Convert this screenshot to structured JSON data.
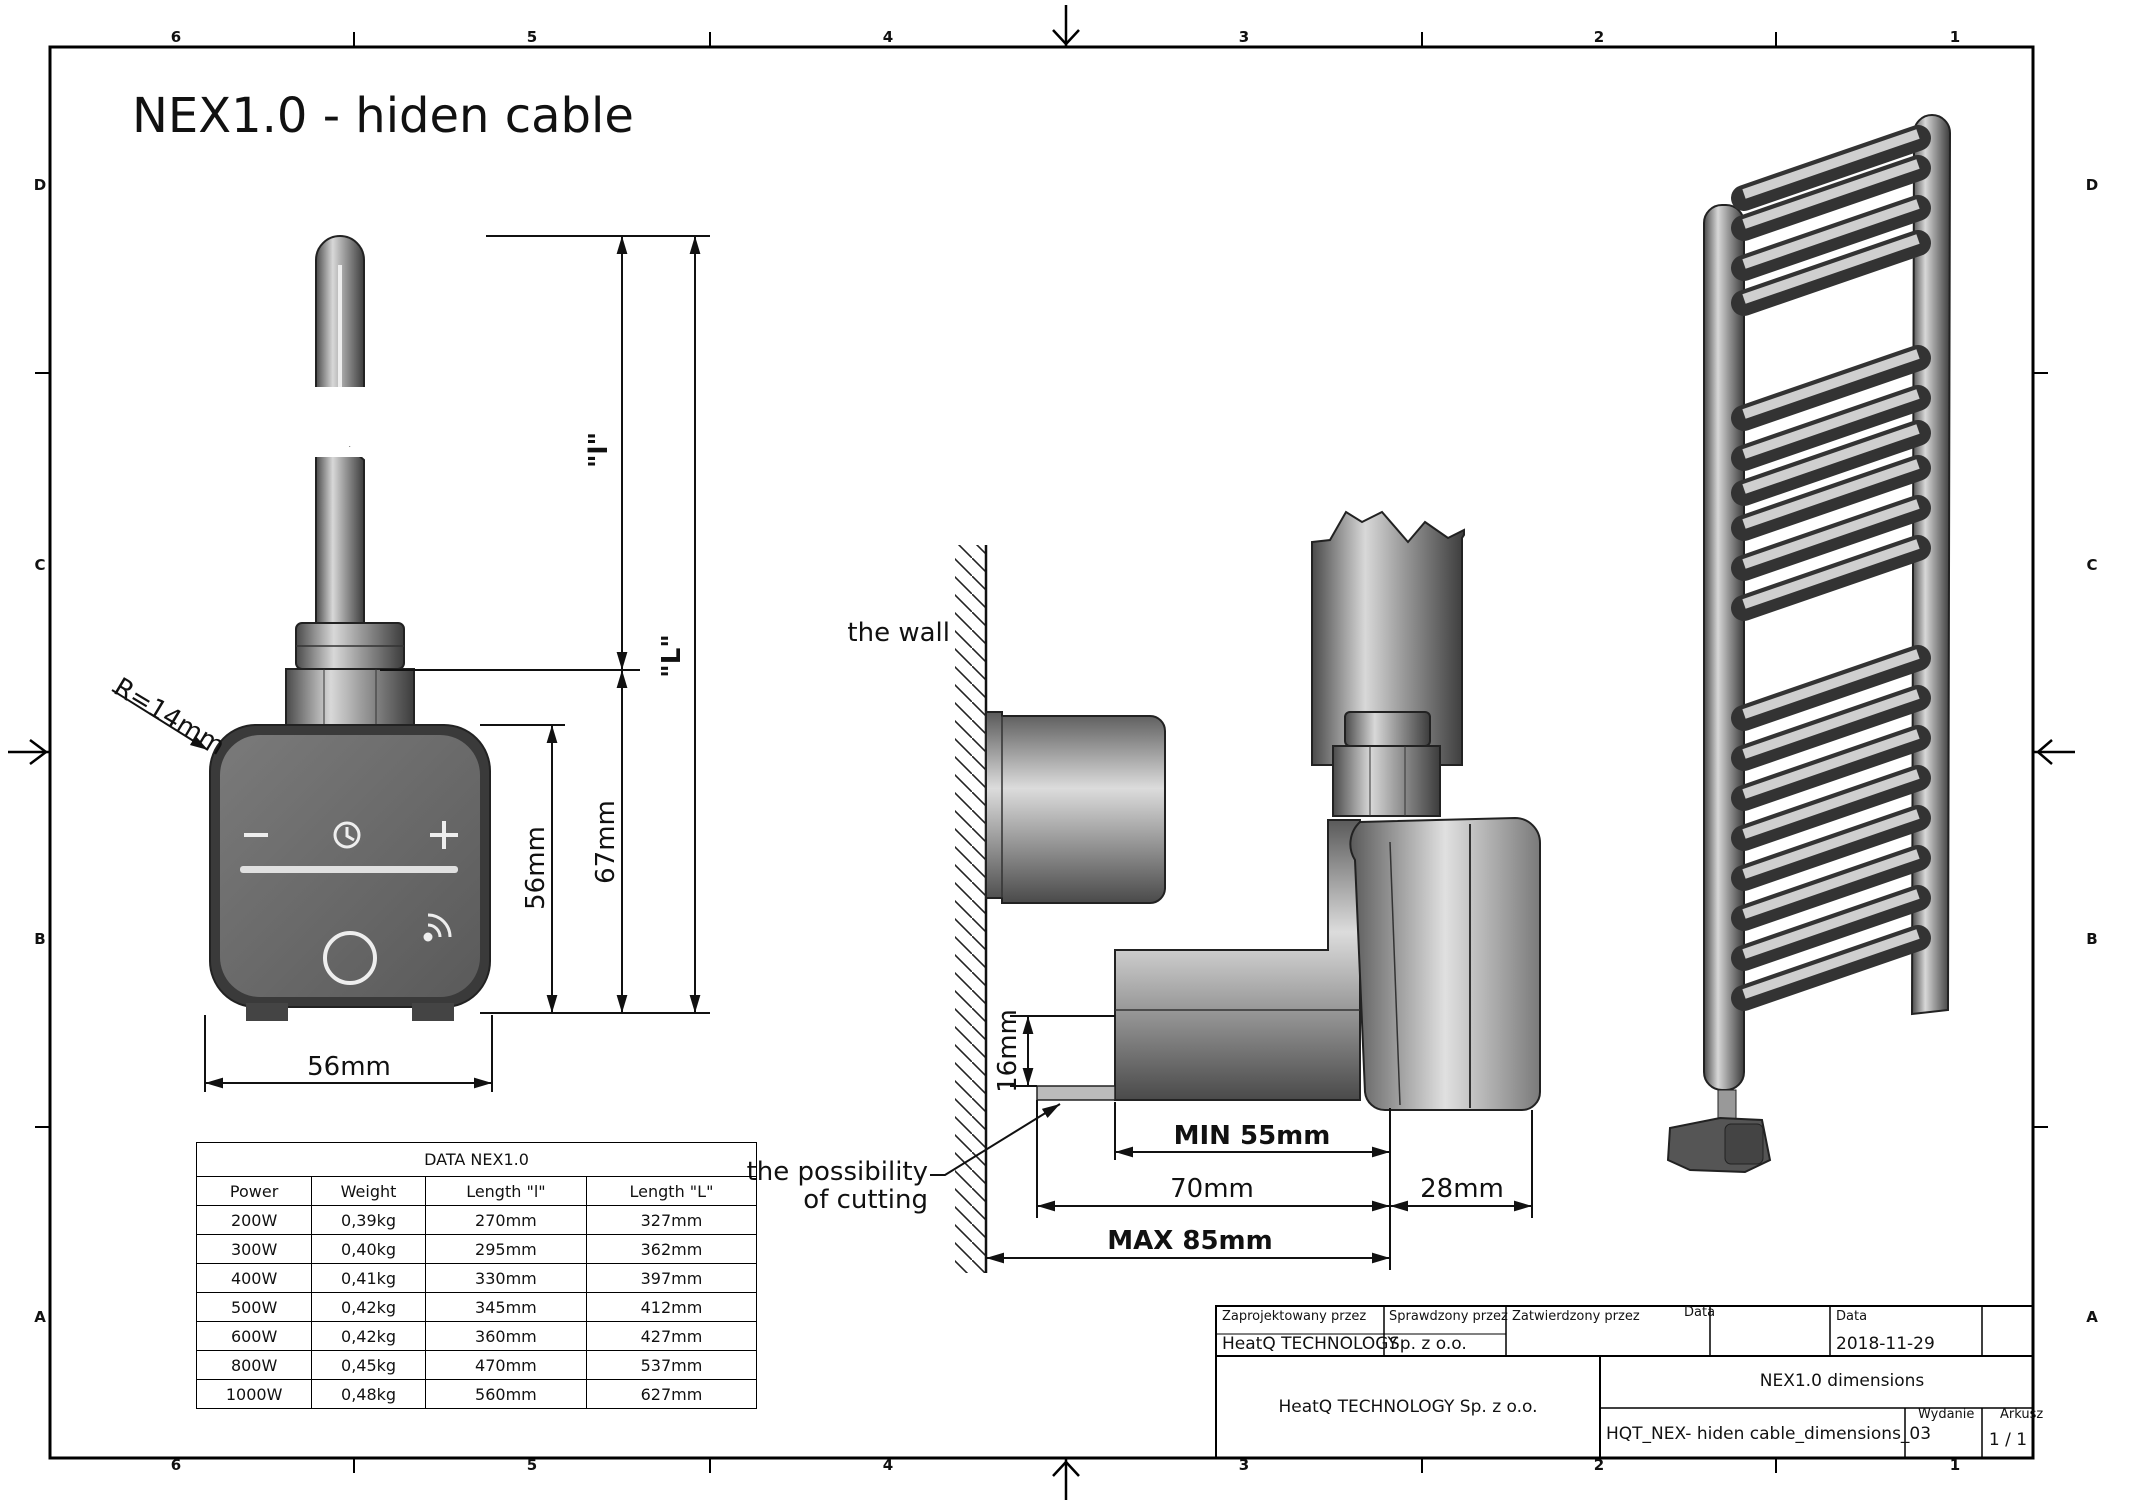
{
  "title": "NEX1.0 - hiden cable",
  "zones": {
    "columns": [
      "6",
      "5",
      "4",
      "3",
      "2",
      "1"
    ],
    "rows": [
      "D",
      "C",
      "B",
      "A"
    ]
  },
  "front_view": {
    "radius_label": "R=14mm",
    "width_label": "56mm",
    "height_56_label": "56mm",
    "height_67_label": "67mm",
    "l_label": "\"l\"",
    "L_label": "\"L\""
  },
  "side_view": {
    "wall_label": "the wall",
    "cutting_label_1": "the possibility",
    "cutting_label_2": "of cutting",
    "dim_16": "16mm",
    "dim_min55": "MIN 55mm",
    "dim_70": "70mm",
    "dim_28": "28mm",
    "dim_max85": "MAX 85mm"
  },
  "table": {
    "caption": "DATA NEX1.0",
    "headers": [
      "Power",
      "Weight",
      "Length \"l\"",
      "Length \"L\""
    ],
    "rows": [
      [
        "200W",
        "0,39kg",
        "270mm",
        "327mm"
      ],
      [
        "300W",
        "0,40kg",
        "295mm",
        "362mm"
      ],
      [
        "400W",
        "0,41kg",
        "330mm",
        "397mm"
      ],
      [
        "500W",
        "0,42kg",
        "345mm",
        "412mm"
      ],
      [
        "600W",
        "0,42kg",
        "360mm",
        "427mm"
      ],
      [
        "800W",
        "0,45kg",
        "470mm",
        "537mm"
      ],
      [
        "1000W",
        "0,48kg",
        "560mm",
        "627mm"
      ]
    ]
  },
  "title_block": {
    "designed_by_label": "Zaprojektowany przez",
    "designed_by_value": "HeatQ TECHNOLOGY",
    "checked_by_label": "Sprawdzony przez",
    "checked_by_value": "Sp. z o.o.",
    "approved_by_label": "Zatwierdzony przez",
    "data_label_small": "Data",
    "data_label": "Data",
    "date_value": "2018-11-29",
    "company": "HeatQ TECHNOLOGY Sp. z o.o.",
    "drawing_title": "NEX1.0 dimensions",
    "drawing_number": "HQT_NEX- hiden cable_dimensions_03",
    "edition_label": "Wydanie",
    "sheet_label": "Arkusz",
    "sheet_value": "1 / 1"
  }
}
